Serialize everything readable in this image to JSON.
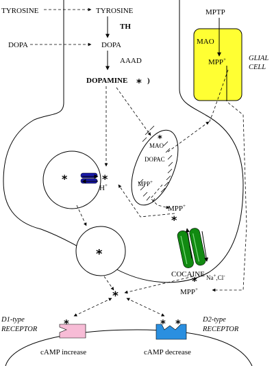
{
  "labels": {
    "tyrosine_left": "TYROSINE",
    "tyrosine_right": "TYROSINE",
    "th": "TH",
    "dopa_left": "DOPA",
    "dopa_right": "DOPA",
    "aaad": "AAAD",
    "dopamine": "DOPAMINE",
    "dopamine_paren": ")",
    "mptp": "MPTP",
    "mao_glial": "MAO",
    "mpp_glial": "MPP",
    "glial_line1": "GLIAL",
    "glial_line2": "CELL",
    "mao_mito": "MAO",
    "dopac": "DOPAC",
    "mpp_mito": "MPP",
    "h_plus": "H",
    "mpp_transporter": "MPP",
    "na_cl": "Na",
    "cl": ",Cl",
    "cocaine": "COCAINE",
    "mpp_outside": "MPP",
    "d1_line1": "D1-type",
    "d1_line2": "RECEPTOR",
    "d2_line1": "D2-type",
    "d2_line2": "RECEPTOR",
    "camp_increase": "cAMP increase",
    "camp_decrease": "cAMP decrease",
    "plus": "+",
    "minus": "-"
  },
  "colors": {
    "glial_fill": "#ffff33",
    "vmat": "#1a1aa8",
    "dat": "#118a11",
    "d1_receptor": "#f7bcd6",
    "d2_receptor": "#2a8fe0"
  }
}
